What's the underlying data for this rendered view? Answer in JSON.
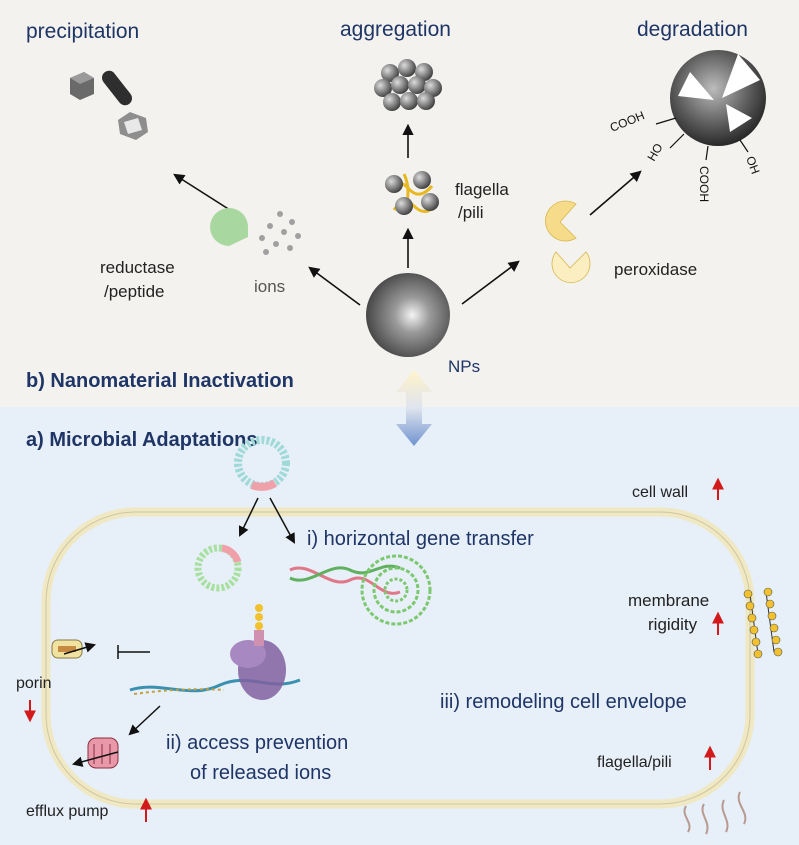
{
  "top_panel": {
    "heading": "b) Nanomaterial Inactivation",
    "precipitation": "precipitation",
    "aggregation": "aggregation",
    "degradation": "degradation",
    "flagella_pili_1": "flagella",
    "flagella_pili_2": "/pili",
    "reductase_1": "reductase",
    "reductase_2": "/peptide",
    "ions": "ions",
    "peroxidase": "peroxidase",
    "nps": "NPs",
    "groups": [
      "COOH",
      "HO",
      "COOH",
      "OH"
    ]
  },
  "bottom_panel": {
    "heading": "a) Microbial Adaptations",
    "hgt": "i) horizontal gene transfer",
    "access_1": "ii) access prevention",
    "access_2": "of released ions",
    "remodel": "iii) remodeling cell envelope",
    "cell_wall": "cell wall",
    "membrane_1": "membrane",
    "membrane_2": "rigidity",
    "porin": "porin",
    "efflux": "efflux pump",
    "flagella": "flagella/pili"
  },
  "colors": {
    "top_bg": "#f3f2ef",
    "bottom_bg": "#e7eff8",
    "heading": "#1f3566",
    "up_arrow": "#d21a1a",
    "enzyme_green": "#a8d8a0",
    "enzyme_yellow": "#f6dc8a"
  }
}
